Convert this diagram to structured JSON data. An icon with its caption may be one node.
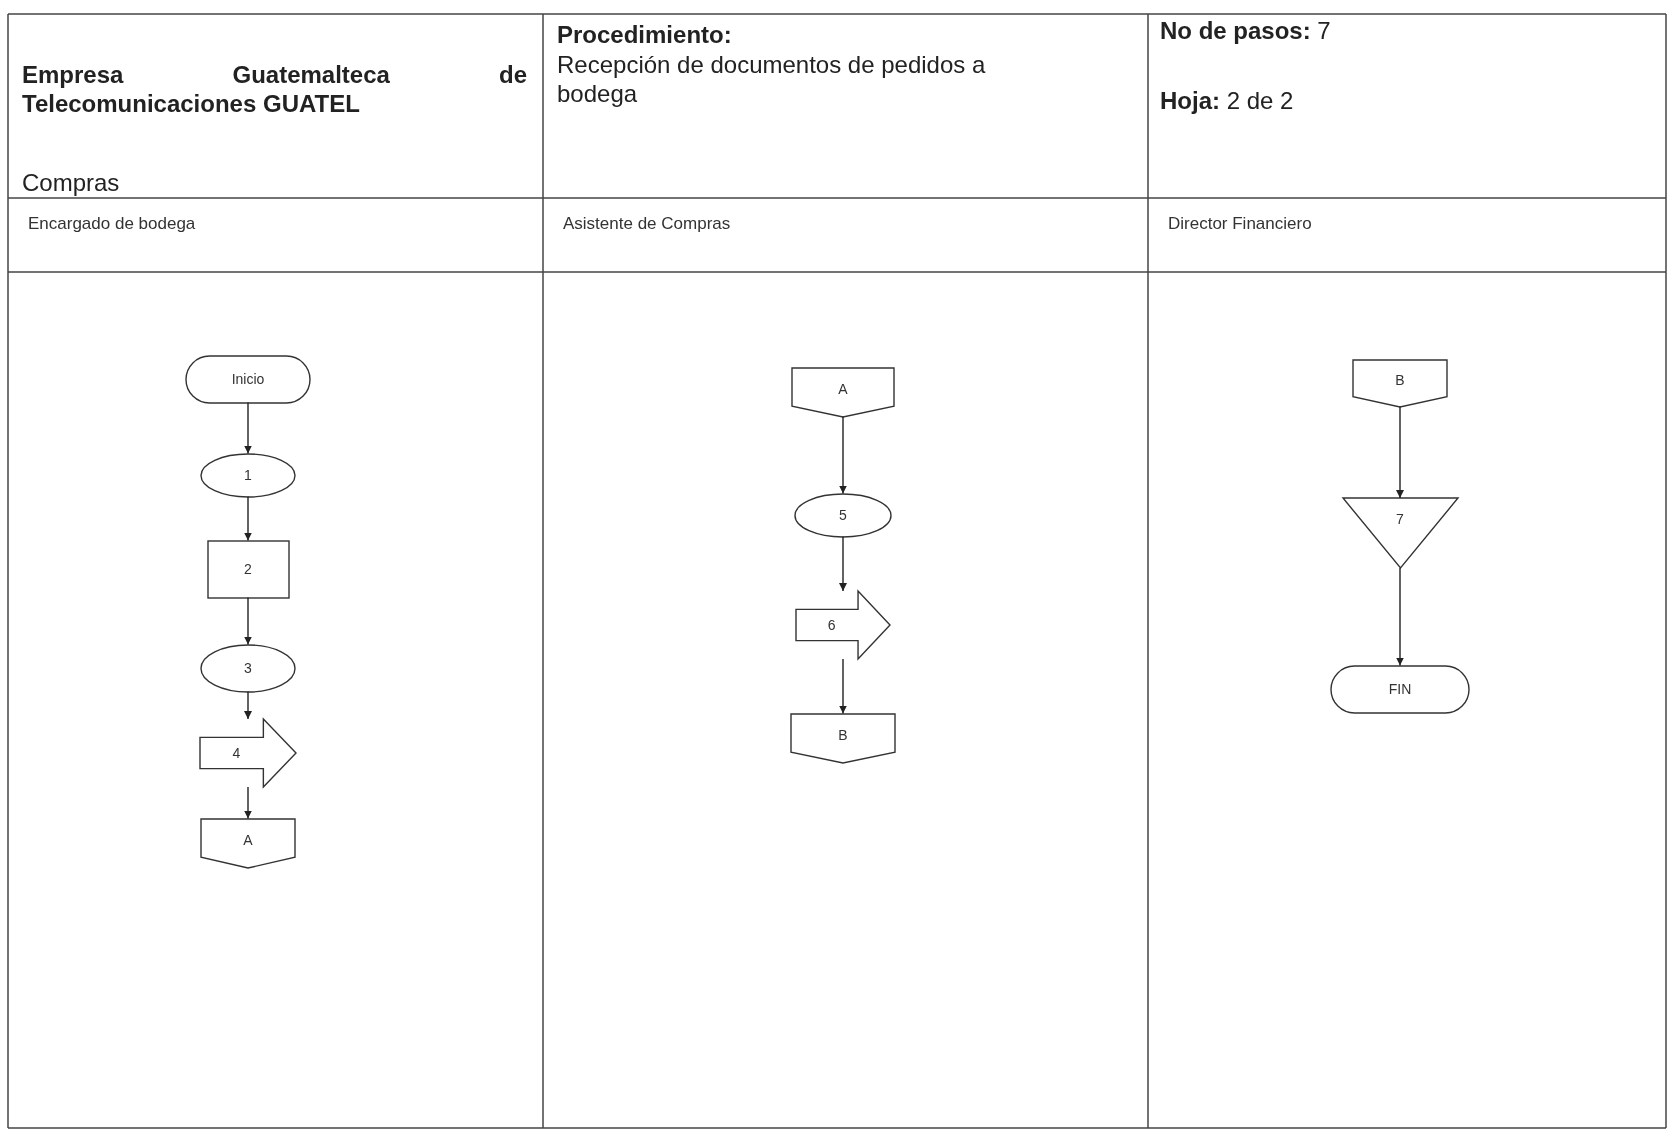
{
  "diagram": {
    "nodes": [
      {
        "text": [
          "Encargado de bodega"
        ]
      },
      {
        "text": [
          "Inicio"
        ],
        "in": 0
      },
      {
        "text": [
          "1"
        ],
        "in": 0
      },
      {
        "text": [
          "2"
        ],
        "in": 0
      },
      {
        "text": [
          "3"
        ],
        "in": 0
      },
      {
        "text": [
          "4"
        ],
        "in": 0
      },
      {
        "text": [
          "A"
        ],
        "in": 0
      },
      {
        "text": [
          "Asistente de Compras"
        ]
      },
      {
        "text": [
          "A"
        ],
        "in": 7
      },
      {
        "text": [
          "5"
        ],
        "in": 7
      },
      {
        "text": [
          "6"
        ],
        "in": 7
      },
      {
        "text": [
          "B"
        ],
        "in": 7
      },
      {
        "text": [
          "Director Financiero"
        ]
      },
      {
        "text": [
          "B"
        ],
        "in": 12
      },
      {
        "text": [
          "7"
        ],
        "in": 12
      },
      {
        "text": [
          "FIN"
        ],
        "in": 12
      }
    ],
    "edges": [
      {
        "from": 1,
        "to": 2,
        "arrow": "to"
      },
      {
        "from": 2,
        "to": 3,
        "arrow": "to"
      },
      {
        "from": 3,
        "to": 4,
        "arrow": "to"
      },
      {
        "from": 4,
        "to": 5,
        "arrow": "to"
      },
      {
        "from": 5,
        "to": 6,
        "arrow": "to"
      },
      {
        "from": 8,
        "to": 9,
        "arrow": "to"
      },
      {
        "from": 9,
        "to": 10,
        "arrow": "to"
      },
      {
        "from": 10,
        "to": 11,
        "arrow": "to"
      },
      {
        "from": 13,
        "to": 14,
        "arrow": "to"
      },
      {
        "from": 14,
        "to": 15,
        "arrow": "to"
      }
    ],
    "labels": [
      "Empresa Guatemalteca de Telecomunicaciones GUATEL",
      "Compras",
      "Procedimiento:",
      "Recepción de documentos de pedidos a bodega",
      "**No de pasos:** 7",
      "**Hoja:** 2 de 2"
    ]
  }
}
